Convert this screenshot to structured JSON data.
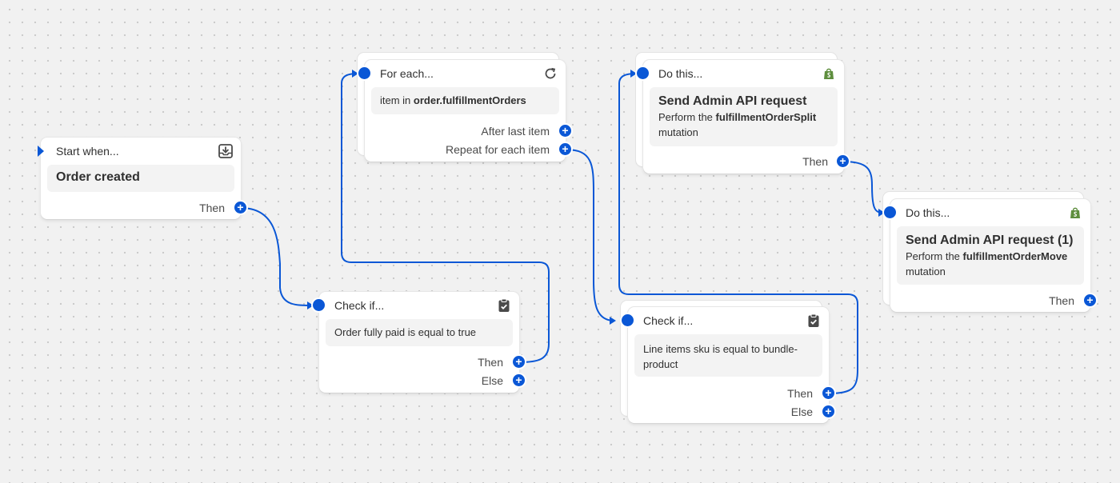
{
  "colors": {
    "accent": "#0a57d6",
    "canvas": "#f1f1f1",
    "shopify_green": "#5e8e3e"
  },
  "nodes": {
    "start": {
      "header": "Start when...",
      "icon": "trigger-download-icon",
      "body": "Order created",
      "outputs": [
        "Then"
      ]
    },
    "check1": {
      "header": "Check if...",
      "icon": "clipboard-check-icon",
      "body": "Order fully paid is equal to true",
      "outputs": [
        "Then",
        "Else"
      ]
    },
    "foreach": {
      "header": "For each...",
      "icon": "refresh-icon",
      "body_prefix": "item in",
      "body_bold": "order.fulfillmentOrders",
      "outputs": [
        "After last item",
        "Repeat for each item"
      ]
    },
    "check2": {
      "header": "Check if...",
      "icon": "clipboard-check-icon",
      "body": "Line items sku is equal to bundle-product",
      "outputs": [
        "Then",
        "Else"
      ]
    },
    "action1": {
      "header": "Do this...",
      "icon": "shopify-bag-icon",
      "title": "Send Admin API request",
      "desc_prefix": "Perform the",
      "desc_bold": "fulfillmentOrderSplit",
      "desc_suffix": "mutation",
      "outputs": [
        "Then"
      ]
    },
    "action2": {
      "header": "Do this...",
      "icon": "shopify-bag-icon",
      "title": "Send Admin API request (1)",
      "desc_prefix": "Perform the",
      "desc_bold": "fulfillmentOrderMove",
      "desc_suffix": "mutation",
      "outputs": [
        "Then"
      ]
    }
  }
}
